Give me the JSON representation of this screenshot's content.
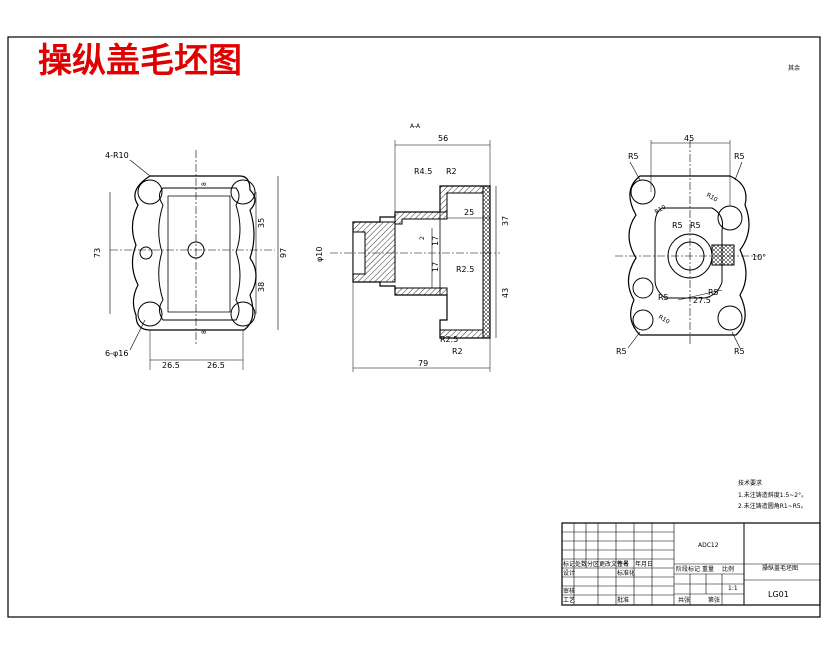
{
  "title": "操纵盖毛坯图",
  "corner_mark": "其余",
  "colors": {
    "title": "#e00000",
    "line": "#000000",
    "hatch": "#000000"
  },
  "view_left": {
    "radius_note": "4-R10",
    "hole_note": "6-φ16",
    "dims": {
      "w_left": "26.5",
      "w_right": "26.5",
      "h_total": "97",
      "h_inner": "73",
      "h_upper": "35",
      "h_lower": "38",
      "wall_top": "8",
      "wall_bot": "8"
    }
  },
  "view_section": {
    "label": "A-A",
    "dims": {
      "top": "56",
      "bottom": "79",
      "inner": "25",
      "right_upper": "37",
      "right_lower": "43",
      "mid": "17",
      "mid2": "17",
      "bore": "φ10",
      "r45": "R4.5",
      "r2_top": "R2",
      "r25": "R2.5",
      "r25b": "R2.5",
      "r2_bot": "R2",
      "tiny": "2"
    }
  },
  "view_right": {
    "dims": {
      "top": "45",
      "r5_tl": "R5",
      "r5_tr": "R5",
      "r10_a": "R10",
      "r10_b": "R10",
      "r5a": "R5",
      "r5b": "R5",
      "r5_mid": "R5",
      "r5_mid2": "R5",
      "r10_c": "R10",
      "d275": "27.5",
      "r5_bl": "R5",
      "r5_br": "R5",
      "angle": "10°"
    }
  },
  "notes": {
    "heading": "技术要求",
    "items": [
      "1.未注铸造斜度1.5~2°。",
      "2.未注铸造圆角R1~R5。"
    ]
  },
  "title_block": {
    "material": "ADC12",
    "drawing_name": "操纵盖毛坯图",
    "drawing_no": "LG01",
    "scale": "1:1",
    "r1": [
      "标记",
      "处数",
      "分区",
      "更改文件号",
      "签名",
      "年月日"
    ],
    "r2": [
      "设计",
      "",
      "标准化",
      ""
    ],
    "r3": [
      "审核",
      "",
      "",
      ""
    ],
    "r4": [
      "工艺",
      "",
      "批准",
      "",
      "共张",
      "第张"
    ],
    "stage": [
      "阶段标记",
      "重量",
      "比例"
    ]
  }
}
